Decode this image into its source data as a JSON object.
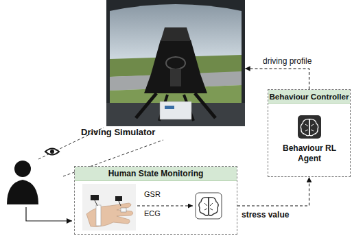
{
  "diagram": {
    "nodes": [
      {
        "text": [
          "Driving Simulator"
        ]
      },
      {
        "text": [
          "Human State Monitoring"
        ]
      },
      {
        "text": [
          "Behaviour Controller"
        ]
      },
      {
        "text": [
          "Behaviour RL Agent"
        ],
        "in": 2
      }
    ],
    "edges": [
      {
        "from": 1,
        "to": 2,
        "label": "stress value",
        "arrow": "to"
      },
      {
        "from": 2,
        "to": 0,
        "label": "driving profile",
        "arrow": "to"
      }
    ],
    "labels": [
      "GSR",
      "ECG"
    ]
  }
}
